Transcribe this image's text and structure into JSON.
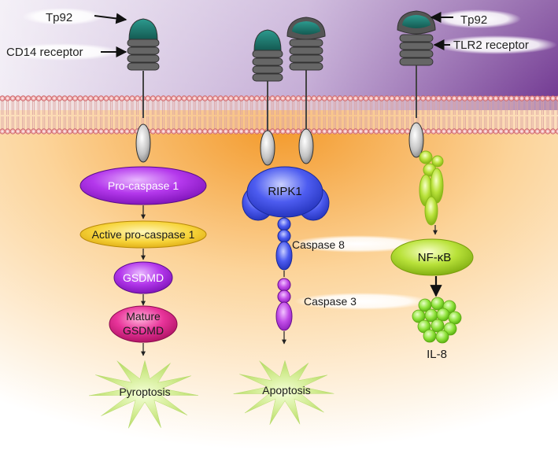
{
  "receptors": {
    "left_ligand": "Tp92",
    "left_receptor": "CD14 receptor",
    "right_ligand": "Tp92",
    "right_receptor": "TLR2 receptor"
  },
  "pyroptosis_pathway": {
    "pro_caspase": "Pro-caspase 1",
    "active_pro_caspase": "Active pro-caspase 1",
    "gsdmd": "GSDMD",
    "mature_gsdmd_line1": "Mature",
    "mature_gsdmd_line2": "GSDMD",
    "outcome": "Pyroptosis"
  },
  "apoptosis_pathway": {
    "ripk1": "RIPK1",
    "caspase8": "Caspase 8",
    "caspase3": "Caspase 3",
    "outcome": "Apoptosis"
  },
  "nfkb_pathway": {
    "nfkb": "NF-κB",
    "outcome": "IL-8"
  },
  "colors": {
    "extracellular": "#7a3f98",
    "cytoplasm": "#f9a43a",
    "pro_caspase": "#a020d8",
    "active_pro_caspase": "#f2c21e",
    "gsdmd": "#a020d8",
    "mature_gsdmd": "#d8227a",
    "ripk1": "#3d4fe8",
    "caspase8": "#4a5ae8",
    "caspase3": "#b43fe0",
    "nfkb": "#a8d620",
    "il8": "#8ee23a",
    "ligand": "#1f7a70"
  }
}
